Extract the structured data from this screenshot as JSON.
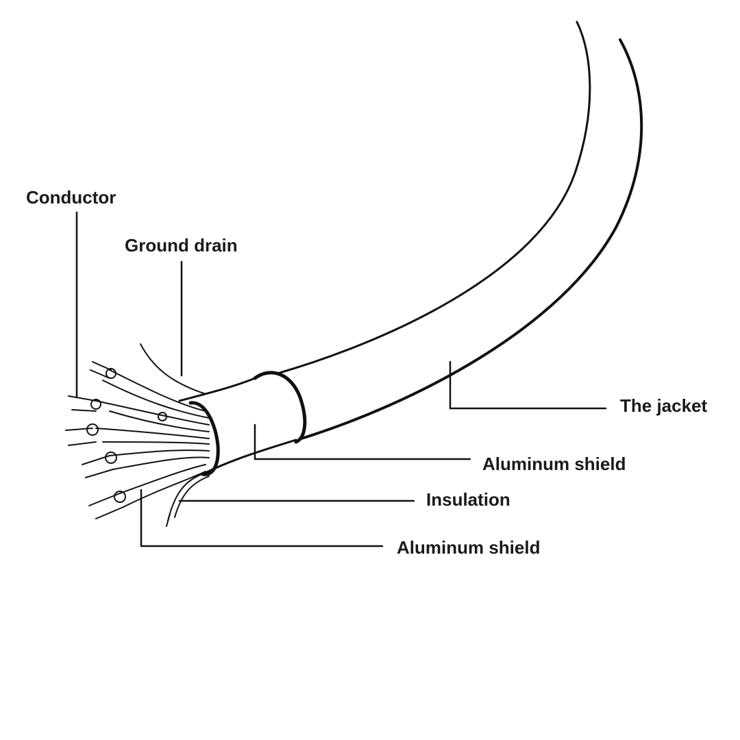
{
  "diagram": {
    "labels": {
      "conductor": "Conductor",
      "ground_drain": "Ground drain",
      "jacket": "The jacket",
      "aluminum_shield_outer": "Aluminum shield",
      "insulation": "Insulation",
      "aluminum_shield_inner": "Aluminum shield"
    }
  }
}
